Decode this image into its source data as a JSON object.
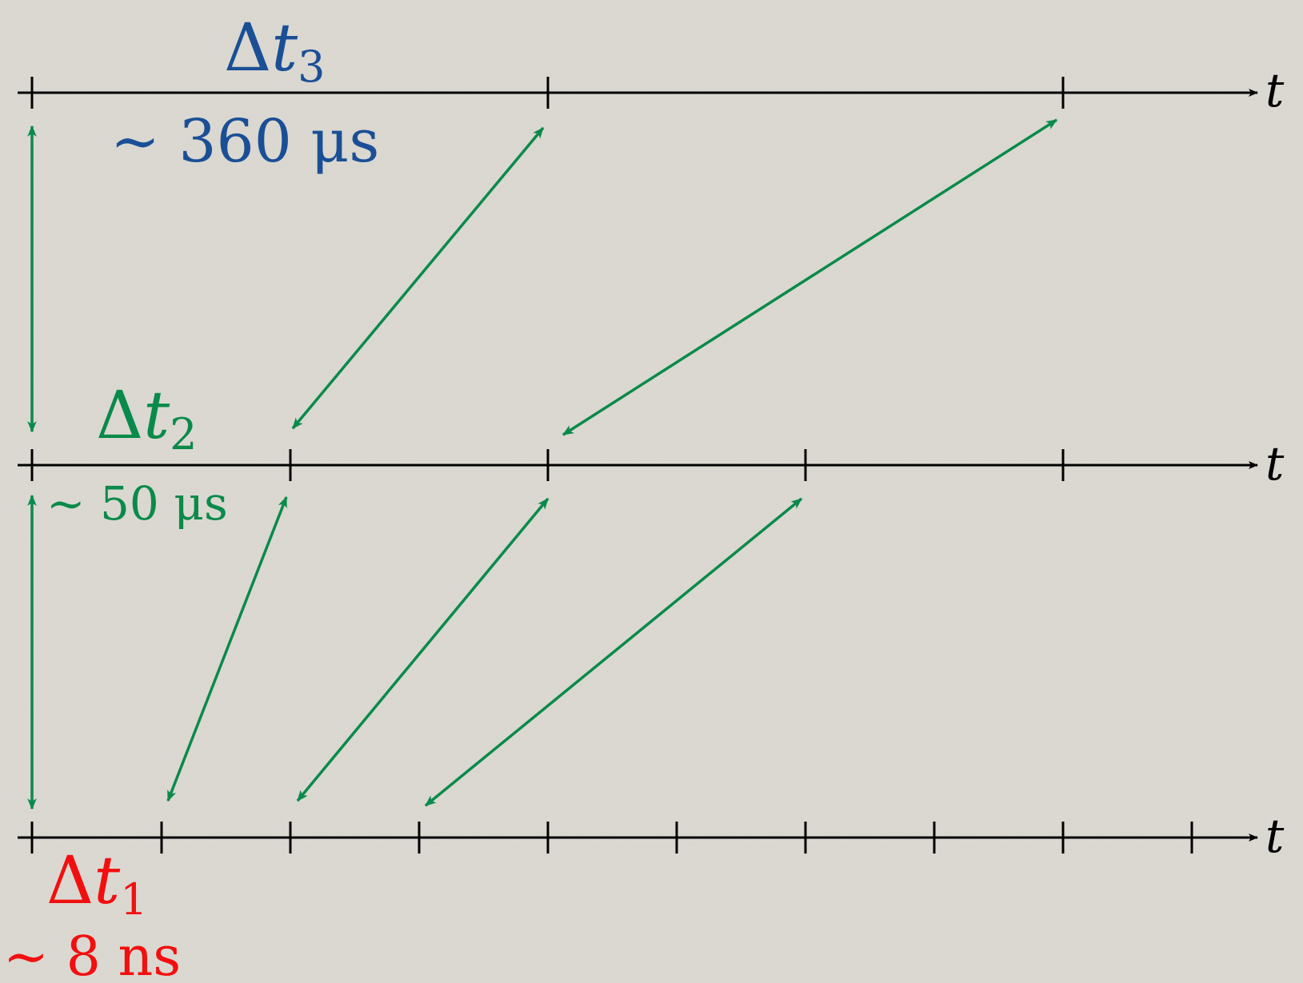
{
  "colors": {
    "background": "#dcd9d2",
    "axis": "#000000",
    "arrow": "#0a8a4a",
    "blue": "#1a4f96",
    "green": "#0a8a4a",
    "red": "#f20f0f"
  },
  "axis_label": "t",
  "labels": {
    "dt3": {
      "delta": "Δ",
      "t": "t",
      "sub": "3",
      "value": "∼ 360 μs"
    },
    "dt2": {
      "delta": "Δ",
      "t": "t",
      "sub": "2",
      "value": "∼ 50 μs"
    },
    "dt1": {
      "delta": "Δ",
      "t": "t",
      "sub": "1",
      "value": "∼ 8 ns"
    }
  }
}
